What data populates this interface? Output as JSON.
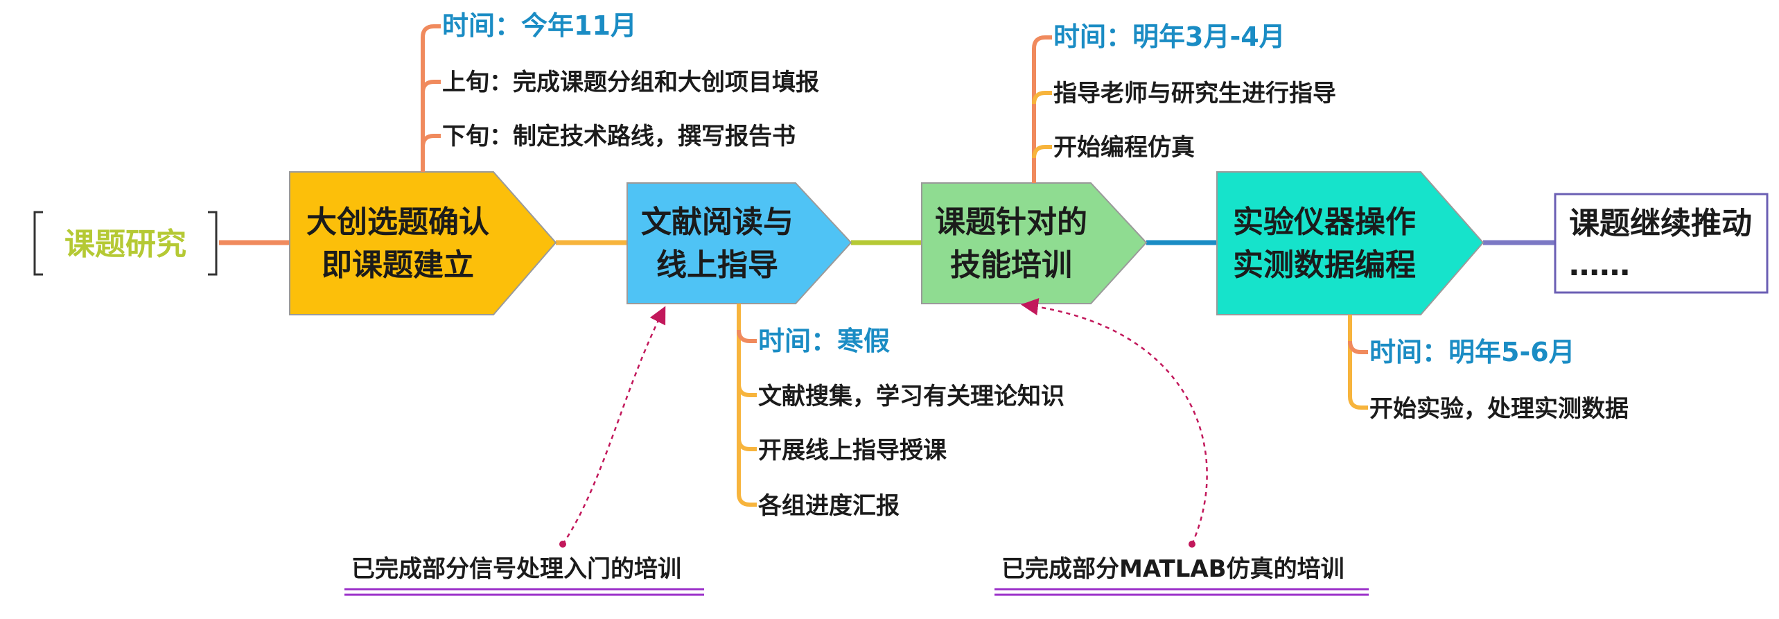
{
  "root": {
    "label": "课题研究"
  },
  "stages": [
    {
      "id": "s1",
      "line1": "大创选题确认",
      "line2": "即课题建立",
      "fill": "#fcbf0a"
    },
    {
      "id": "s2",
      "line1": "文献阅读与",
      "line2": "线上指导",
      "fill": "#4fc3f5"
    },
    {
      "id": "s3",
      "line1": "课题针对的",
      "line2": "技能培训",
      "fill": "#8fdc91"
    },
    {
      "id": "s4",
      "line1": "实验仪器操作",
      "line2": "实测数据编程",
      "fill": "#16e3cb"
    },
    {
      "id": "s5",
      "line1": "课题继续推动",
      "line2": "……",
      "fill": "#ffffff"
    }
  ],
  "details": [
    {
      "time": "时间：今年11月",
      "items": [
        "上旬：完成课题分组和大创项目填报",
        "下旬：制定技术路线，撰写报告书"
      ]
    },
    {
      "time": "时间：寒假",
      "items": [
        "文献搜集，学习有关理论知识",
        "开展线上指导授课",
        "各组进度汇报"
      ]
    },
    {
      "time": "时间：明年3月-4月",
      "items": [
        "指导老师与研究生进行指导",
        "开始编程仿真"
      ]
    },
    {
      "time": "时间：明年5-6月",
      "items": [
        "开始实验，处理实测数据"
      ]
    }
  ],
  "notes": [
    {
      "text": "已完成部分信号处理入门的培训"
    },
    {
      "text": "已完成部分MATLAB仿真的培训"
    }
  ],
  "colors": {
    "bracket": "#333333",
    "connector1": "#f08a5d",
    "connector2": "#f7b43c",
    "connector3": "#b5c934",
    "connector4": "#1a8cc4",
    "connector5": "#7b78c4",
    "detail_line": "#f08a5d",
    "detail_line_alt": "#f7b43c",
    "note_arrow": "#c2185b",
    "note_underline": "#9b30c9",
    "box_border": "#9a9a9a",
    "last_box_border": "#6b5fb4"
  }
}
